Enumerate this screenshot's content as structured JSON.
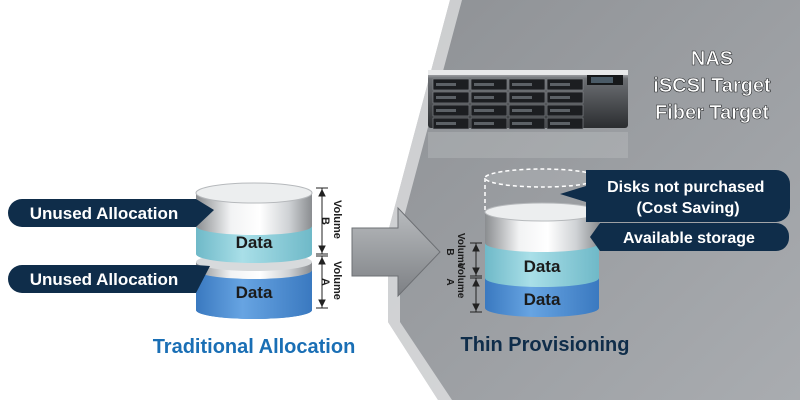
{
  "server": {
    "labels": [
      "NAS",
      "iSCSI Target",
      "Fiber Target"
    ]
  },
  "traditional": {
    "title": "Traditional Allocation",
    "callout_top": "Unused Allocation",
    "callout_bottom": "Unused Allocation",
    "volume_b_data": "Data",
    "volume_a_data": "Data",
    "volume_b_label": [
      "Volume",
      "B"
    ],
    "volume_a_label": [
      "Volume",
      "A"
    ]
  },
  "thin": {
    "title": "Thin Provisioning",
    "callout_purchase": [
      "Disks not purchased",
      "(Cost Saving)"
    ],
    "callout_available": "Available storage",
    "volume_b_data": "Data",
    "volume_a_data": "Data",
    "volume_b_label": [
      "Volume",
      "B"
    ],
    "volume_a_label": [
      "Volume",
      "A"
    ]
  },
  "colors": {
    "title_blue": "#1a6fb5",
    "callout_navy": "#0f2d4a",
    "data_light": "#8fd0dc",
    "data_blue": "#4e8fd3",
    "panel_gray": "#9a9da1"
  }
}
